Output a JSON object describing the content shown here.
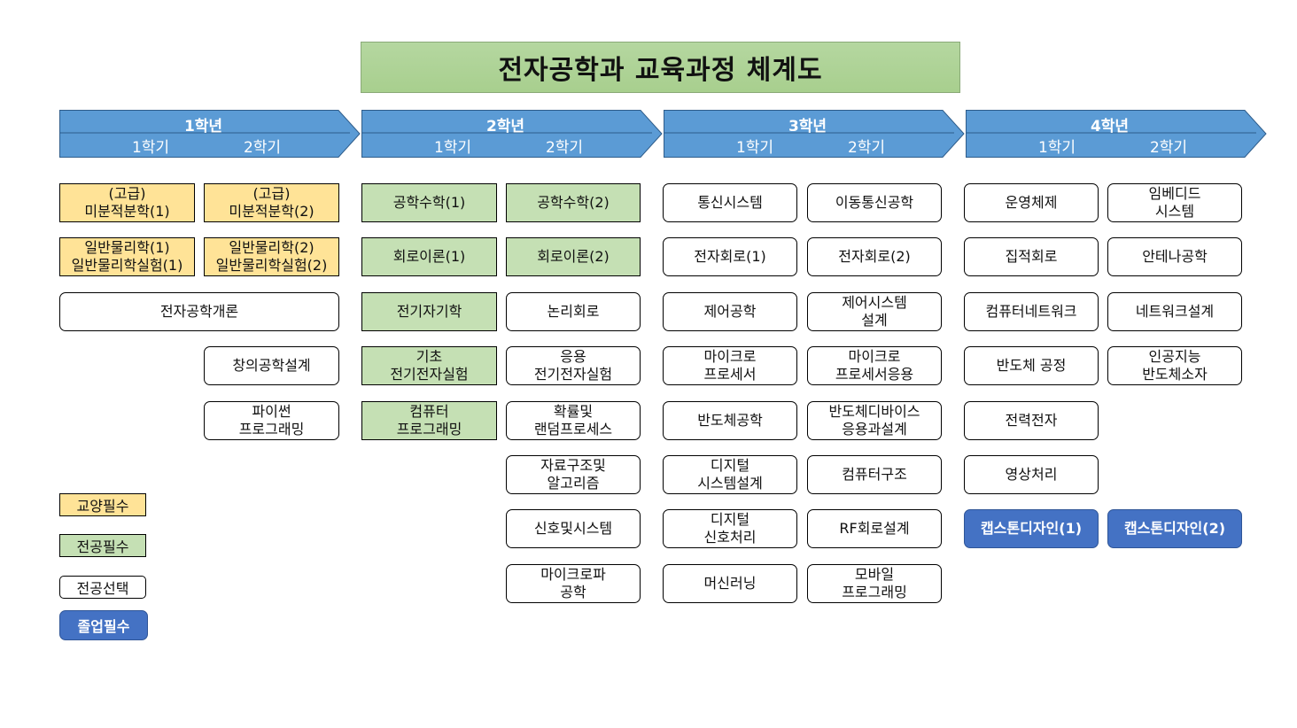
{
  "title": "전자공학과 교육과정 체계도",
  "years": [
    {
      "label": "1학년",
      "sem1": "1학기",
      "sem2": "2학기"
    },
    {
      "label": "2학년",
      "sem1": "1학기",
      "sem2": "2학기"
    },
    {
      "label": "3학년",
      "sem1": "1학기",
      "sem2": "2학기"
    },
    {
      "label": "4학년",
      "sem1": "1학기",
      "sem2": "2학기"
    }
  ],
  "courses": {
    "y1": [
      "(고급)\n미분적분학(1)",
      "(고급)\n미분적분학(2)",
      "일반물리학(1)\n일반물리학실험(1)",
      "일반물리학(2)\n일반물리학실험(2)",
      "전자공학개론",
      "창의공학설계",
      "파이썬\n프로그래밍"
    ],
    "y2": [
      "공학수학(1)",
      "공학수학(2)",
      "회로이론(1)",
      "회로이론(2)",
      "전기자기학",
      "논리회로",
      "기초\n전기전자실험",
      "응용\n전기전자실험",
      "컴퓨터\n프로그래밍",
      "확률및\n랜덤프로세스",
      "자료구조및\n알고리즘",
      "신호및시스템",
      "마이크로파\n공학"
    ],
    "y3": [
      "통신시스템",
      "이동통신공학",
      "전자회로(1)",
      "전자회로(2)",
      "제어공학",
      "제어시스템\n설계",
      "마이크로\n프로세서",
      "마이크로\n프로세서응용",
      "반도체공학",
      "반도체디바이스\n응용과설계",
      "디지털\n시스템설계",
      "컴퓨터구조",
      "디지털\n신호처리",
      "RF회로설계",
      "머신러닝",
      "모바일\n프로그래밍"
    ],
    "y4": [
      "운영체제",
      "임베디드\n시스템",
      "집적회로",
      "안테나공학",
      "컴퓨터네트워크",
      "네트워크설계",
      "반도체 공정",
      "인공지능\n반도체소자",
      "전력전자",
      "영상처리",
      "캡스톤디자인(1)",
      "캡스톤디자인(2)"
    ]
  },
  "legend": {
    "general": "교양필수",
    "major_req": "전공필수",
    "major_elec": "전공선택",
    "grad_req": "졸업필수"
  },
  "colors": {
    "general_required": "#ffe397",
    "major_required": "#c5e0b4",
    "graduation_required": "#4472c4",
    "year_arrow": "#5b9bd5"
  }
}
